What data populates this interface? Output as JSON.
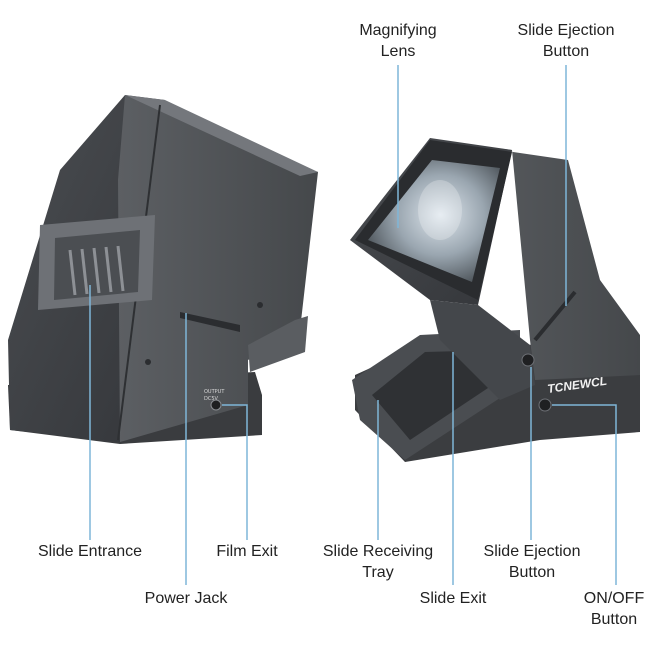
{
  "colors": {
    "body_dark": "#3f4144",
    "body_mid": "#56595d",
    "body_light": "#6d7075",
    "leader_line": "#7fb6d8",
    "label_text": "#222222"
  },
  "labels": {
    "magnifying_lens": [
      "Magnifying",
      "Lens"
    ],
    "slide_ejection_top": [
      "Slide Ejection",
      "Button"
    ],
    "slide_entrance": [
      "Slide Entrance"
    ],
    "film_exit": [
      "Film Exit"
    ],
    "power_jack": [
      "Power Jack"
    ],
    "slide_receiving_tray": [
      "Slide Receiving",
      "Tray"
    ],
    "slide_exit": [
      "Slide Exit"
    ],
    "slide_ejection_bottom": [
      "Slide Ejection",
      "Button"
    ],
    "on_off": [
      "ON/OFF",
      "Button"
    ]
  },
  "device": {
    "brand": "TCNEWCL",
    "jack_marking": [
      "OUTPUT",
      "DC5V"
    ]
  }
}
